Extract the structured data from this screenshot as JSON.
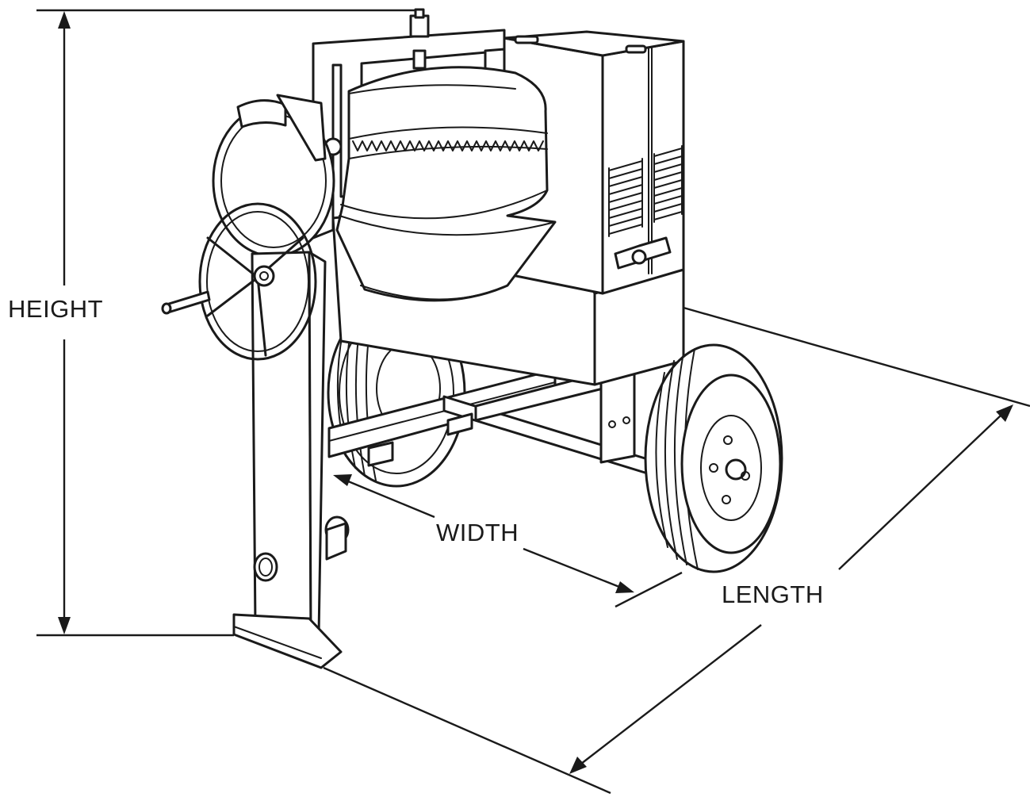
{
  "labels": {
    "height": "HEIGHT",
    "width": "WIDTH",
    "length": "LENGTH"
  },
  "colors": {
    "line": "#1a1a1a",
    "background": "#ffffff"
  }
}
